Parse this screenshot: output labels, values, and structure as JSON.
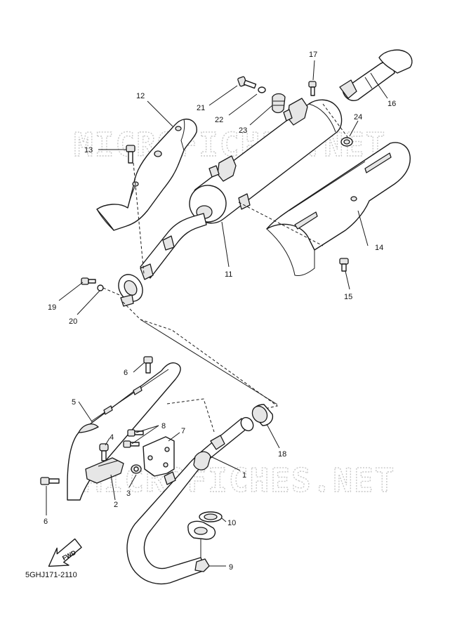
{
  "watermark": "MICROFICHES.NET",
  "diagram_code": "5GHJ171-2110",
  "fwd_label": "FWD",
  "callouts": {
    "c1": "1",
    "c2": "2",
    "c3": "3",
    "c4": "4",
    "c5": "5",
    "c6a": "6",
    "c6b": "6",
    "c7": "7",
    "c8": "8",
    "c9": "9",
    "c10": "10",
    "c11": "11",
    "c12": "12",
    "c13": "13",
    "c14": "14",
    "c15": "15",
    "c16": "16",
    "c17": "17",
    "c18": "18",
    "c19": "19",
    "c20": "20",
    "c21": "21",
    "c22": "22",
    "c23": "23",
    "c24": "24"
  }
}
